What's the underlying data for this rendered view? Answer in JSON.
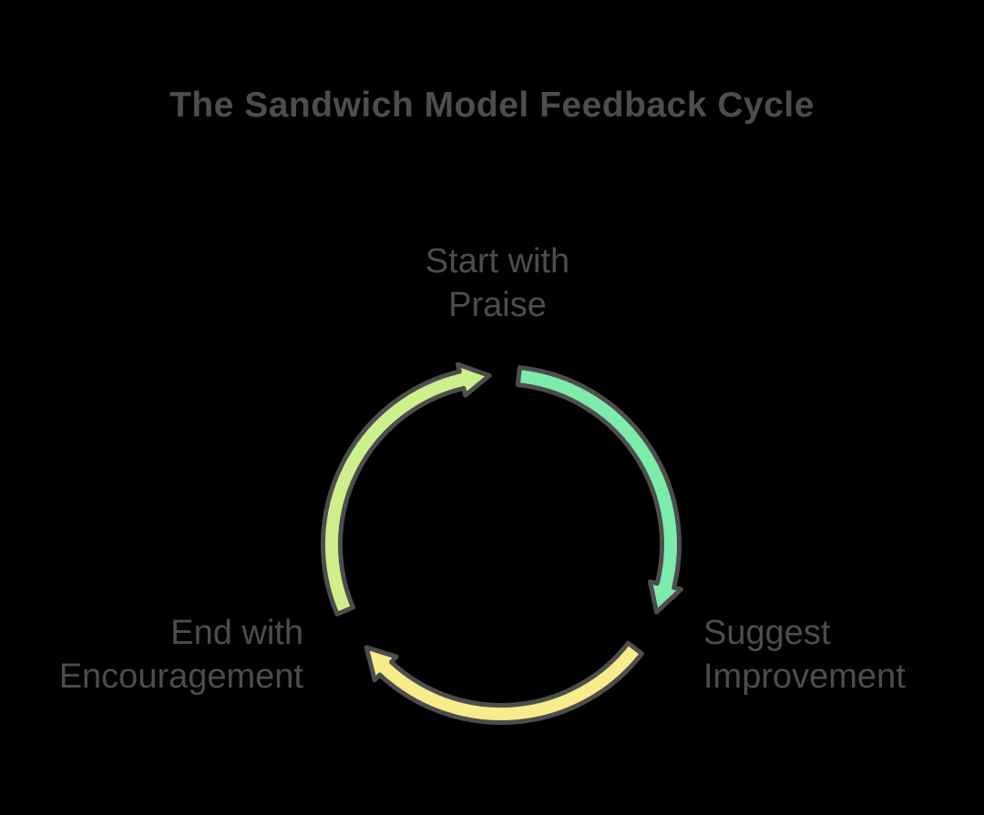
{
  "title": "The Sandwich Model Feedback Cycle",
  "colors": {
    "background": "#000000",
    "text": "#4D4D4D",
    "arrow_outline": "#4D4D4D",
    "mint": "#7DEBAC",
    "yellow": "#F7EC8B",
    "lime": "#CDF08D"
  },
  "cycle": {
    "nodes": {
      "start": {
        "line1": "Start with",
        "line2": "Praise"
      },
      "suggest": {
        "line1": "Suggest",
        "line2": "Improvement"
      },
      "end": {
        "line1": "End with",
        "line2": "Encouragement"
      }
    },
    "arrows": [
      {
        "name": "arrow-praise-to-improvement",
        "from": "Start with Praise",
        "to": "Suggest Improvement",
        "color": "mint",
        "tail_deg": -84,
        "head_deg": 14,
        "tip_deg": 23.5
      },
      {
        "name": "arrow-improvement-to-encouragement",
        "from": "Suggest Improvement",
        "to": "End with Encouragement",
        "color": "yellow",
        "tail_deg": 37.8,
        "head_deg": 133,
        "tip_deg": 142.6
      },
      {
        "name": "arrow-encouragement-to-praise",
        "from": "End with Encouragement",
        "to": "Start with Praise",
        "color": "lime",
        "tail_deg": 157,
        "head_deg": 256.5,
        "tip_deg": 266
      }
    ]
  }
}
